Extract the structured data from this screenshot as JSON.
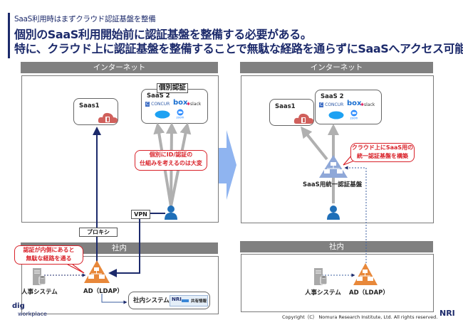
{
  "header": {
    "subtitle": "SaaS利用時はまずクラウド認証基盤を整備",
    "headline_line1": "個別のSaaS利用開始前に認証基盤を整備する必要がある。",
    "headline_line2": "特に、クラウド上に認証基盤を整備することで無駄な経路を通らずにSaaSへアクセス可能"
  },
  "left_panel": {
    "internet_label": "インターネット",
    "intranet_label": "社内",
    "saas1_label": "Saas1",
    "saas2_label": "SaaS 2",
    "individual_auth_tag": "個別認証",
    "callout_individual": [
      "個別にID/認証の",
      "仕組みを考えるのは大変"
    ],
    "callout_inner": [
      "認証が内側にあると",
      "無駄な経路を通る"
    ],
    "vpn_label": "VPN",
    "proxy_label": "プロキシ",
    "hr_system_label": "人事システム",
    "ad_label": "AD（LDAP）",
    "internal_system_label": "社内システム",
    "internal_system_badge": "共有情報"
  },
  "right_panel": {
    "internet_label": "インターネット",
    "intranet_label": "社内",
    "saas1_label": "Saas1",
    "saas2_label": "SaaS 2",
    "callout_cloud": [
      "クラウド上にSaaS用の",
      "統一認証基盤を構築"
    ],
    "unified_auth_label": "SaaS用統一認証基盤",
    "hr_system_label": "人事システム",
    "ad_label": "AD（LDAP）"
  },
  "saas_logos": {
    "concur": "CONCUR",
    "box": "box",
    "slack": "slack",
    "salesforce": "salesforce",
    "zoom": "zoom"
  },
  "footer": {
    "brand_top": "dig",
    "brand_bottom": "workplace",
    "copyright": "Copyright（C） Nomura Research Institute, Ltd. All rights reserved.",
    "nri_logo": "NRI"
  },
  "colors": {
    "navy": "#1c2a6b",
    "accent_red": "#d9222a",
    "ad_orange": "#e8883a",
    "unified_blue": "#8fa8d8",
    "user_blue": "#1f6fb8",
    "zone_gray": "#808080",
    "arrow_gray": "#b0b0b0"
  }
}
